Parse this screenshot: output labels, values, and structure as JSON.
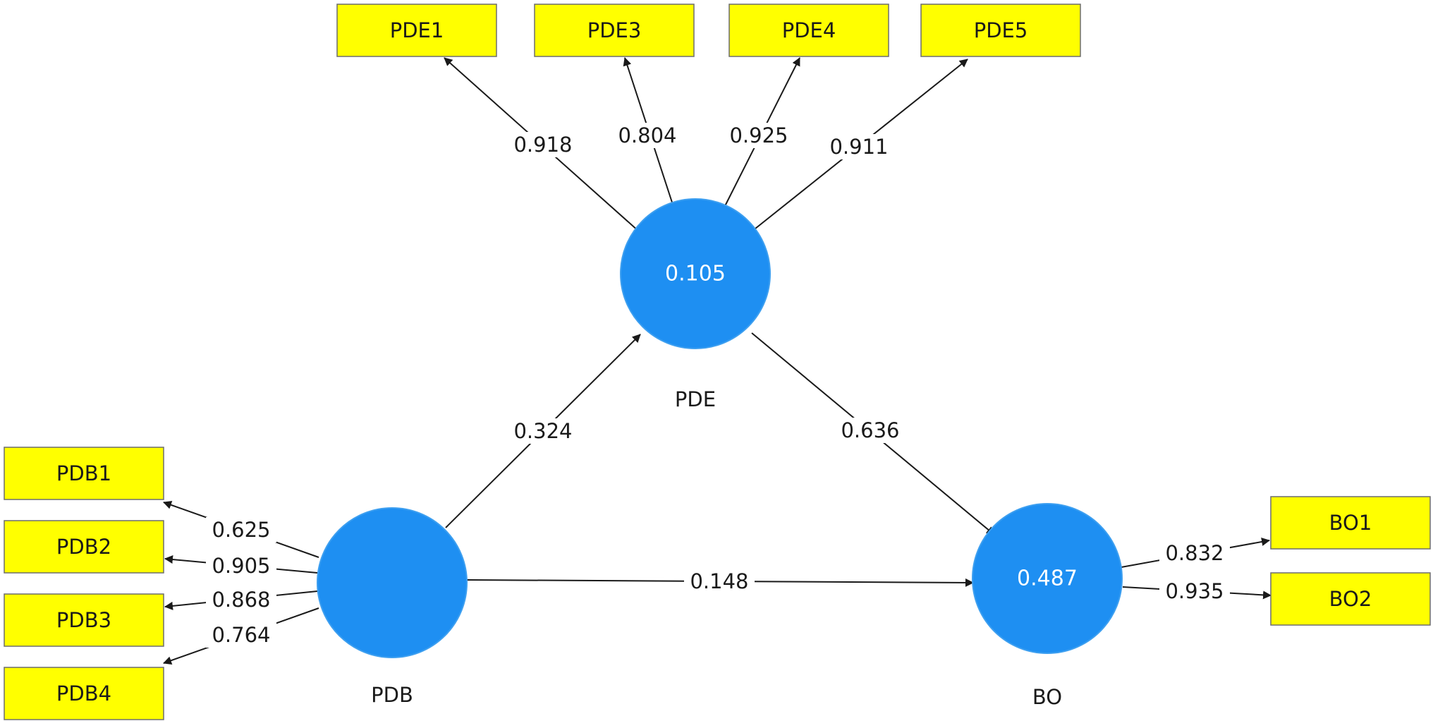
{
  "constructs": {
    "PDE": {
      "name": "PDE",
      "value": "0.105"
    },
    "PDB": {
      "name": "PDB",
      "value": ""
    },
    "BO": {
      "name": "BO",
      "value": "0.487"
    }
  },
  "indicators": {
    "PDE1": "PDE1",
    "PDE3": "PDE3",
    "PDE4": "PDE4",
    "PDE5": "PDE5",
    "PDB1": "PDB1",
    "PDB2": "PDB2",
    "PDB3": "PDB3",
    "PDB4": "PDB4",
    "BO1": "BO1",
    "BO2": "BO2"
  },
  "loadings": {
    "PDE1": "0.918",
    "PDE3": "0.804",
    "PDE4": "0.925",
    "PDE5": "0.911",
    "PDB1": "0.625",
    "PDB2": "0.905",
    "PDB3": "0.868",
    "PDB4": "0.764",
    "BO1": "0.832",
    "BO2": "0.935"
  },
  "paths": {
    "PDB_PDE": "0.324",
    "PDE_BO": "0.636",
    "PDB_BO": "0.148"
  },
  "colors": {
    "construct_fill": "#1e8ff2",
    "indicator_fill": "#ffff00",
    "line": "#1a1a1a"
  }
}
